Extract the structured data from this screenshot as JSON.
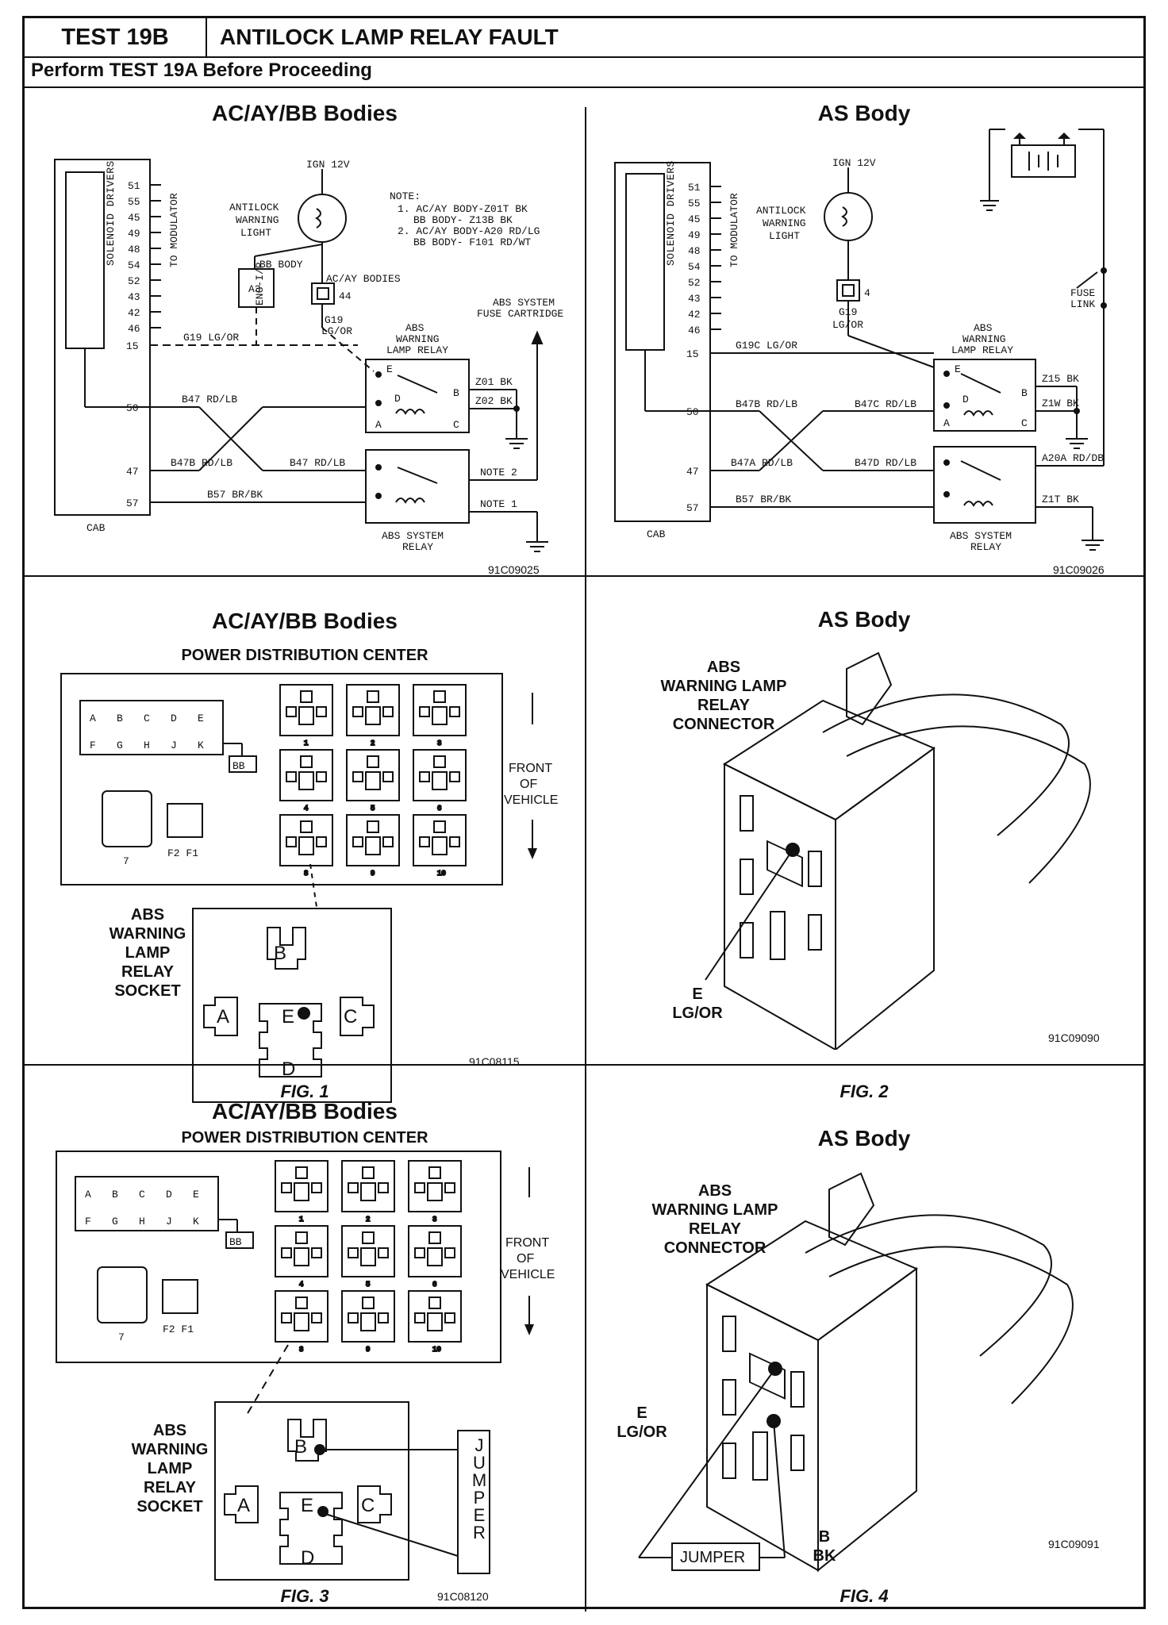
{
  "header": {
    "test_id": "TEST 19B",
    "title": "ANTILOCK LAMP RELAY FAULT",
    "subtitle": "Perform TEST 19A Before Proceeding"
  },
  "panels": {
    "top_left": {
      "title": "AC/AY/BB Bodies",
      "code": "91C09025",
      "module_label": "SOLENOID DRIVERS",
      "modulator_label": "TO MODULATOR",
      "cab_label": "CAB",
      "pins": [
        "51",
        "55",
        "45",
        "49",
        "48",
        "54",
        "52",
        "43",
        "42",
        "46",
        "15",
        "50",
        "47",
        "57"
      ],
      "ign": "IGN 12V",
      "lamp_label": [
        "ANTILOCK",
        "WARNING",
        "LIGHT"
      ],
      "note": [
        "NOTE:",
        "1. AC/AY BODY-Z01T BK",
        "BB BODY- Z13B BK",
        "2. AC/AY BODY-A20 RD/LG",
        "BB BODY- F101 RD/WT"
      ],
      "bb_body": "BB BODY",
      "acay_bodies": "AC/AY BODIES",
      "pin44": "44",
      "g19_wire": [
        "G19",
        "LG/OR"
      ],
      "eng_ip": "ENG-I/P",
      "a3": "A3",
      "relay1_label": [
        "ABS",
        "WARNING",
        "LAMP RELAY"
      ],
      "fuse_label": [
        "ABS SYSTEM",
        "FUSE CARTRIDGE"
      ],
      "relay2_label": [
        "ABS SYSTEM",
        "RELAY"
      ],
      "wires": {
        "g19": "G19 LG/OR",
        "b47_top": "B47 RD/LB",
        "b47b": "B47B RD/LB",
        "b47_bottom": "B47 RD/LB",
        "b57": "B57 BR/BK",
        "z01": "Z01 BK",
        "z02": "Z02 BK",
        "note2": "NOTE 2",
        "note1": "NOTE 1"
      },
      "terminals": [
        "E",
        "D",
        "B",
        "A",
        "C"
      ]
    },
    "top_right": {
      "title": "AS Body",
      "code": "91C09026",
      "ign": "IGN 12V",
      "lamp_label": [
        "ANTILOCK",
        "WARNING",
        "LIGHT"
      ],
      "pin4": "4",
      "g19_wire": [
        "G19",
        "LG/OR"
      ],
      "fuse_link": [
        "FUSE",
        "LINK"
      ],
      "relay1_label": [
        "ABS",
        "WARNING",
        "LAMP RELAY"
      ],
      "relay2_label": [
        "ABS SYSTEM",
        "RELAY"
      ],
      "wires": {
        "g19c": "G19C LG/OR",
        "b47b": "B47B RD/LB",
        "b47c": "B47C RD/LB",
        "b47a": "B47A RD/LB",
        "b47d": "B47D RD/LB",
        "b57": "B57 BR/BK",
        "z15": "Z15 BK",
        "z1w": "Z1W BK",
        "a20a": "A20A RD/DB",
        "z1t": "Z1T BK"
      }
    },
    "mid_left": {
      "title": "AC/AY/BB Bodies",
      "pdc_title": "POWER DISTRIBUTION CENTER",
      "fuses_top": [
        "A",
        "B",
        "C",
        "D",
        "E"
      ],
      "fuses_bottom": [
        "F",
        "G",
        "H",
        "J",
        "K"
      ],
      "bb": "BB",
      "relay_nums": [
        "1",
        "2",
        "3",
        "4",
        "5",
        "6",
        "8",
        "9",
        "10"
      ],
      "small_7": "7",
      "f2f1": "F2 F1",
      "front": [
        "FRONT",
        "OF",
        "VEHICLE"
      ],
      "socket_label": [
        "ABS",
        "WARNING",
        "LAMP",
        "RELAY",
        "SOCKET"
      ],
      "socket_letters": [
        "B",
        "A",
        "E",
        "C",
        "D"
      ],
      "code": "91C08115",
      "fig": "FIG. 1"
    },
    "mid_right": {
      "title": "AS Body",
      "conn_label": [
        "ABS",
        "WARNING LAMP",
        "RELAY",
        "CONNECTOR"
      ],
      "e_label": [
        "E",
        "LG/OR"
      ],
      "code": "91C09090",
      "fig": "FIG. 2"
    },
    "bot_left": {
      "title": "AC/AY/BB Bodies",
      "pdc_title": "POWER DISTRIBUTION CENTER",
      "front": [
        "FRONT",
        "OF",
        "VEHICLE"
      ],
      "socket_label": [
        "ABS",
        "WARNING",
        "LAMP",
        "RELAY",
        "SOCKET"
      ],
      "jumper": "JUMPER",
      "code": "91C08120",
      "fig": "FIG. 3"
    },
    "bot_right": {
      "title": "AS Body",
      "conn_label": [
        "ABS",
        "WARNING LAMP",
        "RELAY",
        "CONNECTOR"
      ],
      "e_label": [
        "E",
        "LG/OR"
      ],
      "b_label": [
        "B",
        "BK"
      ],
      "jumper": "JUMPER",
      "code": "91C09091",
      "fig": "FIG. 4"
    }
  }
}
